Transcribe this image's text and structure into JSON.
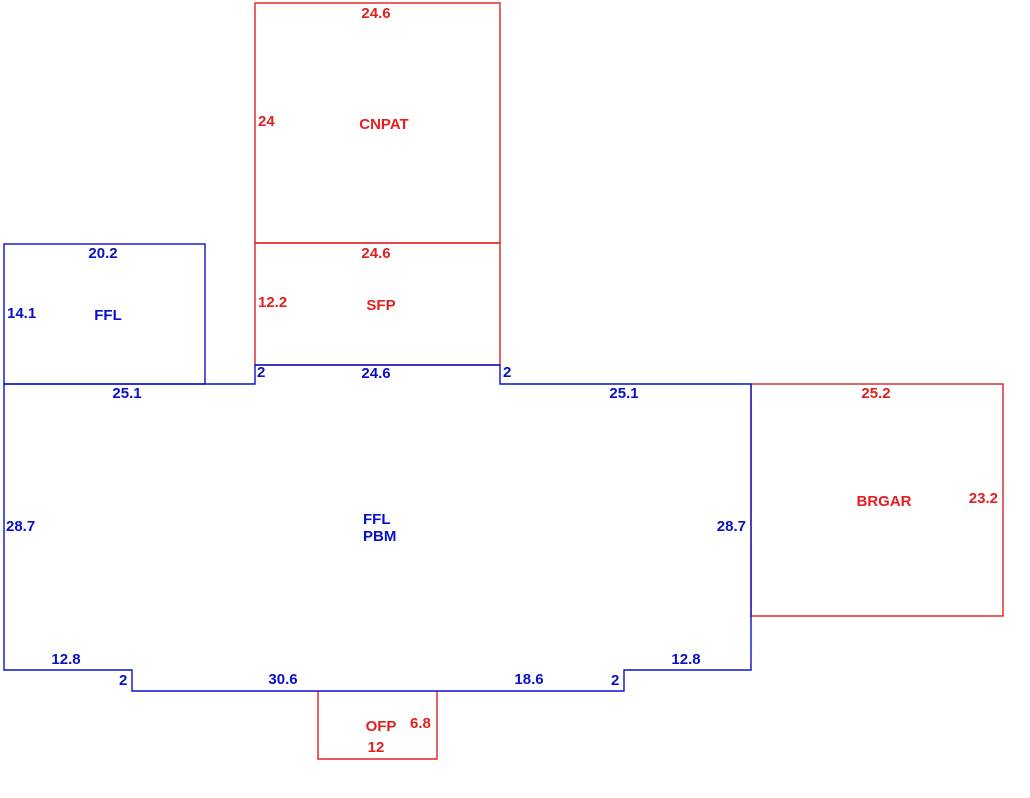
{
  "colors": {
    "living_area": "#0a10c8",
    "other_area": "#e02020"
  },
  "areas": {
    "ffl_upper": {
      "label": "FFL",
      "top": "20.2",
      "left": "14.1"
    },
    "main": {
      "label_1": "FFL",
      "label_2": "PBM",
      "top_left": "25.1",
      "top_center": "24.6",
      "top_right": "25.1",
      "step_left": "2",
      "step_right": "2",
      "left": "28.7",
      "right": "28.7",
      "bottom_left": "12.8",
      "bottom_right": "12.8",
      "notch_left": "2",
      "notch_right": "2",
      "bottom_center_left": "30.6",
      "bottom_center_right": "18.6"
    },
    "cnpat": {
      "label": "CNPAT",
      "top": "24.6",
      "left": "24"
    },
    "sfp": {
      "label": "SFP",
      "top": "24.6",
      "left": "12.2"
    },
    "brgar": {
      "label": "BRGAR",
      "top": "25.2",
      "right": "23.2"
    },
    "ofp": {
      "label": "OFP",
      "right": "6.8",
      "bottom": "12"
    }
  }
}
